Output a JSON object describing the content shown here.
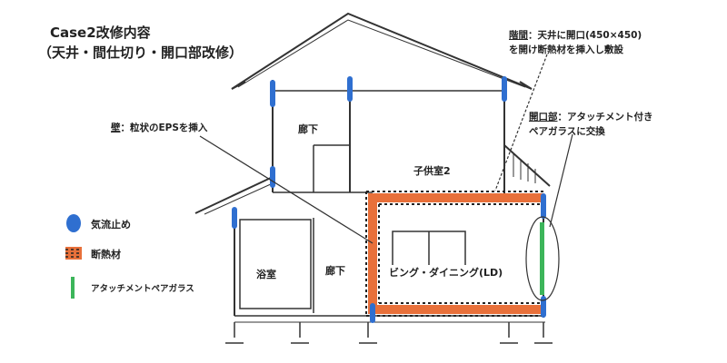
{
  "title": {
    "line1": "Case2改修内容",
    "line2": "（天井・間仕切り・開口部改修）"
  },
  "notes": {
    "ceiling": {
      "head": "階間",
      "text": "：天井に開口(450×450)",
      "line2": "を開け断熱材を挿入し敷設"
    },
    "opening": {
      "head": "開口部",
      "text": "：アタッチメント付き",
      "line2": "ペアガラスに交換"
    },
    "wall": {
      "head": "壁",
      "text": "：粒状のEPSを挿入"
    }
  },
  "rooms": {
    "corridor_upper": "廊下",
    "kids_room": "子供室2",
    "bath": "浴室",
    "corridor_lower": "廊下",
    "ld": "ビング・ダイニング(LD)"
  },
  "legend": [
    {
      "label": "気流止め",
      "color": "#2f6fd0"
    },
    {
      "label": "断熱材",
      "color": "#e8703a"
    },
    {
      "label": "アタッチメントペアガラス",
      "color": "#3cb55a"
    }
  ]
}
